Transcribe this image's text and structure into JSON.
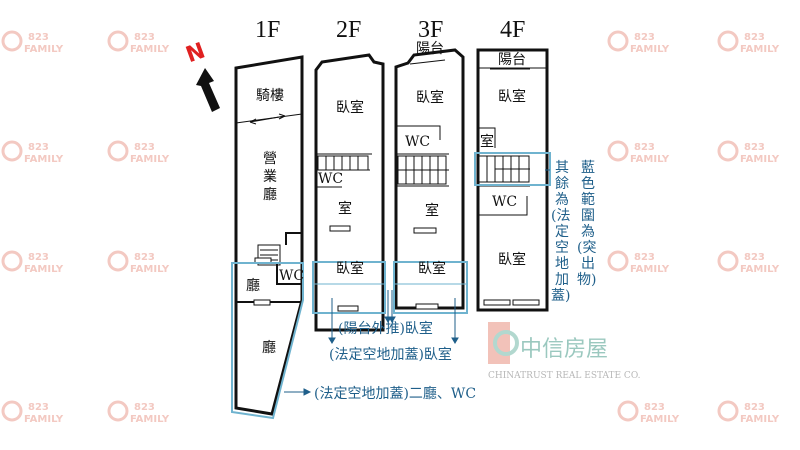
{
  "floors": [
    "1F",
    "2F",
    "3F",
    "4F"
  ],
  "north_label": "N",
  "rooms": {
    "f1_arcade": "騎樓",
    "f1_business_hall": [
      "營",
      "業",
      "廳"
    ],
    "f1_hall_a": "廳",
    "f1_hall_b": "廳",
    "f1_wc": "WC",
    "f2_bedroom_top": "臥室",
    "f2_wc": "WC",
    "f2_room": "室",
    "f2_bedroom_bottom": "臥室",
    "f3_balcony": "陽台",
    "f3_bedroom_top": "臥室",
    "f3_wc": "WC",
    "f3_room": "室",
    "f3_bedroom_bottom": "臥室",
    "f4_balcony": "陽台",
    "f4_bedroom_top": "臥室",
    "f4_room": "室",
    "f4_wc": "WC",
    "f4_bedroom_bottom": "臥室"
  },
  "notes": {
    "blue_range": [
      "藍",
      "色",
      "範",
      "圍",
      "為",
      "(突",
      "出",
      "物)"
    ],
    "rest": [
      "其",
      "餘",
      "為",
      "(法",
      "定",
      "空",
      "地",
      "加",
      "蓋)"
    ],
    "balcony_extension": "(陽台外推)臥室",
    "legal_space_bedroom": "(法定空地加蓋)臥室",
    "legal_space_hall_wc": "(法定空地加蓋)二廳、WC"
  },
  "watermark": {
    "number": "823",
    "word": "FAMILY"
  },
  "center_logo": {
    "chinese": "中信房屋",
    "english": "CHINATRUST REAL ESTATE CO."
  },
  "colors": {
    "blue_outline": "#6fb3cf",
    "note_text": "#1f5f8a",
    "north": "#e02020"
  }
}
